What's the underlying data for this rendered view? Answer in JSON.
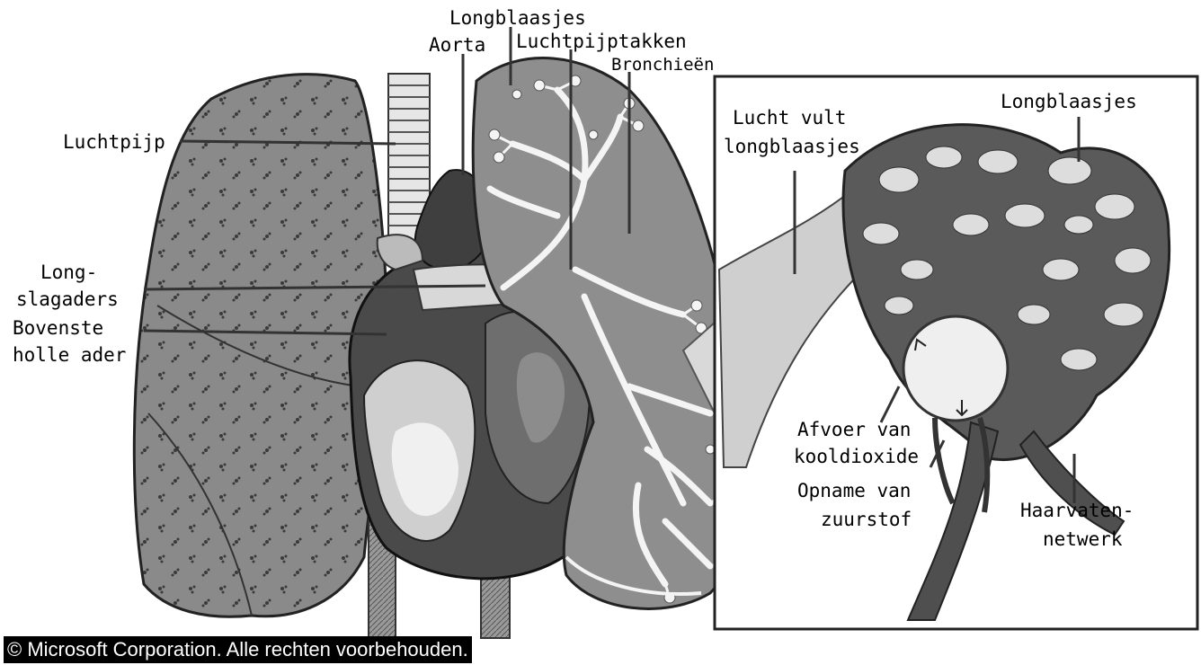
{
  "labels": {
    "longblaasjes_top": "Longblaasjes",
    "aorta": "Aorta",
    "luchtpijptakken": "Luchtpijptakken",
    "bronchieen": "Bronchieën",
    "luchtpijp": "Luchtpijp",
    "longslagaders_1": "Long-",
    "longslagaders_2": "slagaders",
    "bovenste_1": "Bovenste",
    "bovenste_2": "holle ader",
    "lucht_vult_1": "Lucht vult",
    "lucht_vult_2": "longblaasjes",
    "longblaasjes_inset": "Longblaasjes",
    "afvoer_1": "Afvoer van",
    "afvoer_2": "kooldioxide",
    "opname_1": "Opname van",
    "opname_2": "zuurstof",
    "haarvaten_1": "Haarvaten-",
    "haarvaten_2": "netwerk"
  },
  "copyright": "© Microsoft Corporation. Alle rechten voorbehouden."
}
